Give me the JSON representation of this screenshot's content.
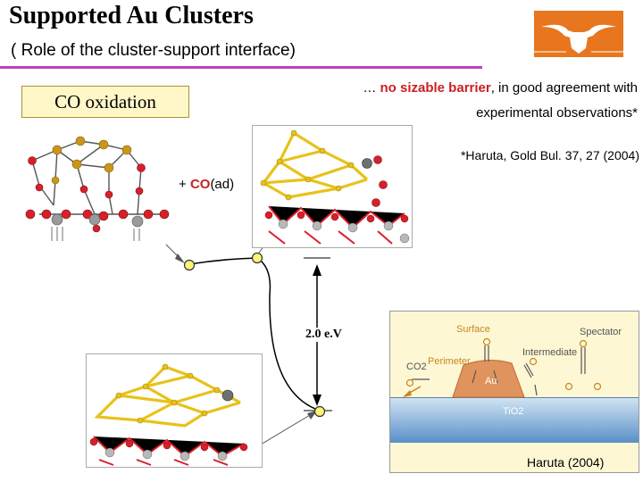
{
  "header": {
    "title": "Supported Au Clusters",
    "subtitle": "( Role of the cluster-support interface)"
  },
  "left_box": {
    "label": "CO oxidation"
  },
  "notes": {
    "barrier_prefix": "… ",
    "barrier_highlight": "no sizable barrier",
    "barrier_suffix": ", in good agreement with",
    "experimental": "experimental observations*",
    "reference": "*Haruta, Gold Bul. 37, 27 (2004)"
  },
  "reaction": {
    "plus": "+ ",
    "species": "CO",
    "state": "(ad)"
  },
  "energy": {
    "label": "2.0 e.V"
  },
  "inset": {
    "surface": "Surface",
    "spectator": "Spectator",
    "intermediate": "Intermediate",
    "perimeter": "Perimeter",
    "co2": "CO2",
    "au": "Au",
    "support": "TiO2",
    "caption": "Haruta (2004)"
  },
  "colors": {
    "gold_atom": "#e8c21a",
    "oxygen_atom": "#d8202a",
    "titanium_atom": "#b8b8b8",
    "carbon_atom": "#707070",
    "title_rule": "#c040c0",
    "highlight_text": "#cc1e22",
    "node_fill": "#fff27a"
  }
}
